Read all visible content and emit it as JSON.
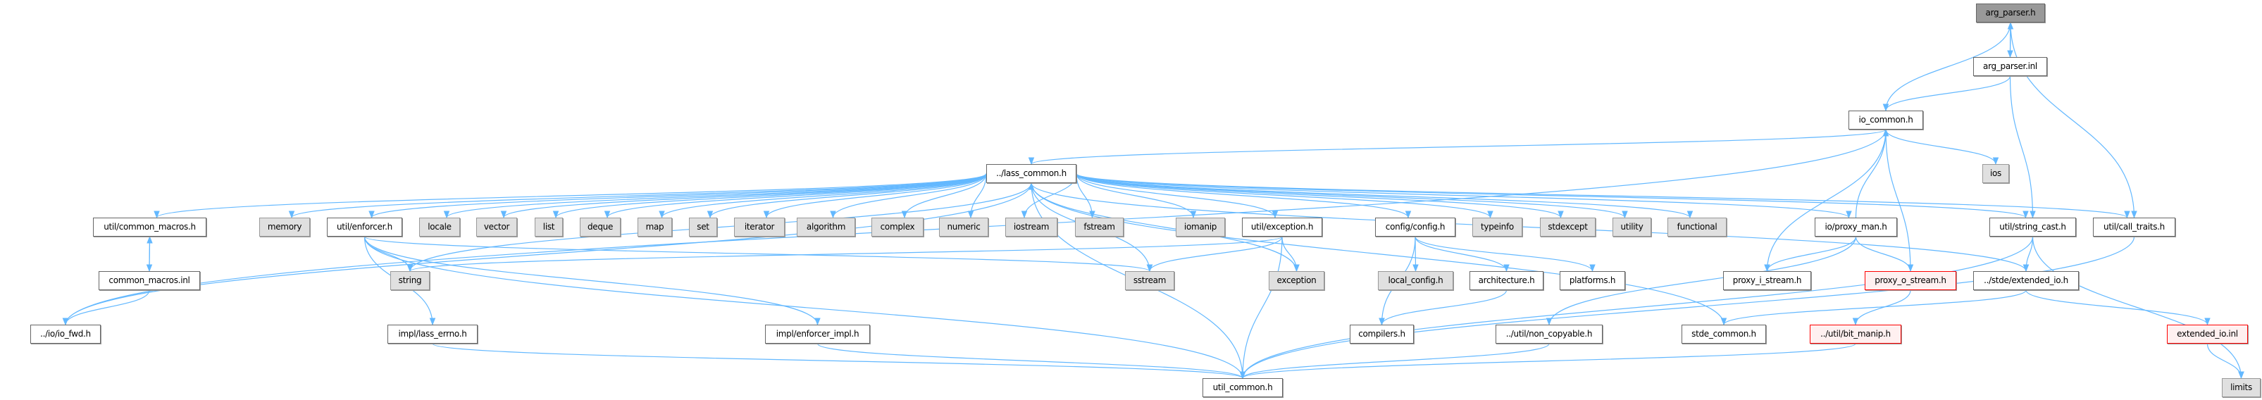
{
  "colors": {
    "edge": "#63b8ff",
    "node_border": "#666666",
    "system_fill": "#e0e0e0",
    "root_fill": "#999999",
    "incomplete_border": "#ff0000",
    "incomplete_fill": "#fff0f0"
  },
  "nodes": [
    {
      "id": "arg_parser_h",
      "label": "arg_parser.h",
      "kind": "root"
    },
    {
      "id": "arg_parser_inl",
      "label": "arg_parser.inl",
      "kind": "file"
    },
    {
      "id": "io_common_h",
      "label": "io_common.h",
      "kind": "file"
    },
    {
      "id": "ios",
      "label": "ios",
      "kind": "system"
    },
    {
      "id": "lass_common_h",
      "label": "../lass_common.h",
      "kind": "file"
    },
    {
      "id": "common_macros_h",
      "label": "util/common_macros.h",
      "kind": "file"
    },
    {
      "id": "memory",
      "label": "memory",
      "kind": "system"
    },
    {
      "id": "enforcer_h",
      "label": "util/enforcer.h",
      "kind": "file"
    },
    {
      "id": "locale",
      "label": "locale",
      "kind": "system"
    },
    {
      "id": "vector",
      "label": "vector",
      "kind": "system"
    },
    {
      "id": "list",
      "label": "list",
      "kind": "system"
    },
    {
      "id": "deque",
      "label": "deque",
      "kind": "system"
    },
    {
      "id": "map",
      "label": "map",
      "kind": "system"
    },
    {
      "id": "set",
      "label": "set",
      "kind": "system"
    },
    {
      "id": "iterator",
      "label": "iterator",
      "kind": "system"
    },
    {
      "id": "algorithm",
      "label": "algorithm",
      "kind": "system"
    },
    {
      "id": "complex",
      "label": "complex",
      "kind": "system"
    },
    {
      "id": "numeric",
      "label": "numeric",
      "kind": "system"
    },
    {
      "id": "iostream",
      "label": "iostream",
      "kind": "system"
    },
    {
      "id": "fstream",
      "label": "fstream",
      "kind": "system"
    },
    {
      "id": "iomanip",
      "label": "iomanip",
      "kind": "system"
    },
    {
      "id": "exception_h",
      "label": "util/exception.h",
      "kind": "file"
    },
    {
      "id": "config_h",
      "label": "config/config.h",
      "kind": "file"
    },
    {
      "id": "typeinfo",
      "label": "typeinfo",
      "kind": "system"
    },
    {
      "id": "stdexcept",
      "label": "stdexcept",
      "kind": "system"
    },
    {
      "id": "utility",
      "label": "utility",
      "kind": "system"
    },
    {
      "id": "functional",
      "label": "functional",
      "kind": "system"
    },
    {
      "id": "proxy_man_h",
      "label": "io/proxy_man.h",
      "kind": "file"
    },
    {
      "id": "string_cast_h",
      "label": "util/string_cast.h",
      "kind": "file"
    },
    {
      "id": "call_traits_h",
      "label": "util/call_traits.h",
      "kind": "file"
    },
    {
      "id": "common_macros_inl",
      "label": "common_macros.inl",
      "kind": "file"
    },
    {
      "id": "string",
      "label": "string",
      "kind": "system"
    },
    {
      "id": "sstream",
      "label": "sstream",
      "kind": "system"
    },
    {
      "id": "exception",
      "label": "exception",
      "kind": "system"
    },
    {
      "id": "local_config_h",
      "label": "local_config.h",
      "kind": "system"
    },
    {
      "id": "architecture_h",
      "label": "architecture.h",
      "kind": "file"
    },
    {
      "id": "platforms_h",
      "label": "platforms.h",
      "kind": "file"
    },
    {
      "id": "proxy_i_stream_h",
      "label": "proxy_i_stream.h",
      "kind": "file"
    },
    {
      "id": "proxy_o_stream_h",
      "label": "proxy_o_stream.h",
      "kind": "incomplete"
    },
    {
      "id": "extended_io_h",
      "label": "../stde/extended_io.h",
      "kind": "file"
    },
    {
      "id": "io_fwd_h",
      "label": "../io/io_fwd.h",
      "kind": "file"
    },
    {
      "id": "lass_errno_h",
      "label": "impl/lass_errno.h",
      "kind": "file"
    },
    {
      "id": "enforcer_impl_h",
      "label": "impl/enforcer_impl.h",
      "kind": "file"
    },
    {
      "id": "compilers_h",
      "label": "compilers.h",
      "kind": "file"
    },
    {
      "id": "non_copyable_h",
      "label": "../util/non_copyable.h",
      "kind": "file"
    },
    {
      "id": "stde_common_h",
      "label": "stde_common.h",
      "kind": "file"
    },
    {
      "id": "bit_manip_h",
      "label": "../util/bit_manip.h",
      "kind": "incomplete"
    },
    {
      "id": "extended_io_inl",
      "label": "extended_io.inl",
      "kind": "incomplete"
    },
    {
      "id": "util_common_h",
      "label": "util_common.h",
      "kind": "file"
    },
    {
      "id": "limits",
      "label": "limits",
      "kind": "system"
    }
  ],
  "edges": [
    [
      "arg_parser_h",
      "io_common_h"
    ],
    [
      "arg_parser_h",
      "arg_parser_inl"
    ],
    [
      "arg_parser_h",
      "call_traits_h"
    ],
    [
      "arg_parser_inl",
      "arg_parser_h"
    ],
    [
      "arg_parser_inl",
      "io_common_h"
    ],
    [
      "arg_parser_inl",
      "string_cast_h"
    ],
    [
      "io_common_h",
      "lass_common_h"
    ],
    [
      "io_common_h",
      "ios"
    ],
    [
      "io_common_h",
      "io_fwd_h"
    ],
    [
      "lass_common_h",
      "util_common_h"
    ],
    [
      "lass_common_h",
      "io_fwd_h"
    ],
    [
      "lass_common_h",
      "common_macros_h"
    ],
    [
      "lass_common_h",
      "memory"
    ],
    [
      "lass_common_h",
      "enforcer_h"
    ],
    [
      "lass_common_h",
      "locale"
    ],
    [
      "lass_common_h",
      "vector"
    ],
    [
      "lass_common_h",
      "list"
    ],
    [
      "lass_common_h",
      "deque"
    ],
    [
      "lass_common_h",
      "map"
    ],
    [
      "lass_common_h",
      "set"
    ],
    [
      "lass_common_h",
      "iterator"
    ],
    [
      "lass_common_h",
      "algorithm"
    ],
    [
      "lass_common_h",
      "complex"
    ],
    [
      "lass_common_h",
      "numeric"
    ],
    [
      "lass_common_h",
      "iostream"
    ],
    [
      "lass_common_h",
      "fstream"
    ],
    [
      "lass_common_h",
      "string"
    ],
    [
      "lass_common_h",
      "sstream"
    ],
    [
      "lass_common_h",
      "iomanip"
    ],
    [
      "lass_common_h",
      "exception_h"
    ],
    [
      "lass_common_h",
      "exception"
    ],
    [
      "lass_common_h",
      "config_h"
    ],
    [
      "lass_common_h",
      "typeinfo"
    ],
    [
      "lass_common_h",
      "stdexcept"
    ],
    [
      "lass_common_h",
      "utility"
    ],
    [
      "lass_common_h",
      "functional"
    ],
    [
      "lass_common_h",
      "proxy_man_h"
    ],
    [
      "lass_common_h",
      "string_cast_h"
    ],
    [
      "lass_common_h",
      "call_traits_h"
    ],
    [
      "lass_common_h",
      "extended_io_h"
    ],
    [
      "common_macros_h",
      "common_macros_inl"
    ],
    [
      "common_macros_inl",
      "common_macros_h"
    ],
    [
      "common_macros_inl",
      "io_fwd_h"
    ],
    [
      "enforcer_h",
      "string"
    ],
    [
      "enforcer_h",
      "lass_errno_h"
    ],
    [
      "enforcer_h",
      "enforcer_impl_h"
    ],
    [
      "enforcer_h",
      "sstream"
    ],
    [
      "enforcer_h",
      "util_common_h"
    ],
    [
      "lass_errno_h",
      "util_common_h"
    ],
    [
      "enforcer_impl_h",
      "util_common_h"
    ],
    [
      "exception_h",
      "string"
    ],
    [
      "exception_h",
      "sstream"
    ],
    [
      "exception_h",
      "exception"
    ],
    [
      "exception_h",
      "util_common_h"
    ],
    [
      "config_h",
      "local_config_h"
    ],
    [
      "config_h",
      "architecture_h"
    ],
    [
      "config_h",
      "platforms_h"
    ],
    [
      "config_h",
      "compilers_h"
    ],
    [
      "architecture_h",
      "compilers_h"
    ],
    [
      "proxy_man_h",
      "io_common_h"
    ],
    [
      "proxy_man_h",
      "proxy_i_stream_h"
    ],
    [
      "proxy_man_h",
      "proxy_o_stream_h"
    ],
    [
      "proxy_man_h",
      "non_copyable_h"
    ],
    [
      "proxy_i_stream_h",
      "io_common_h"
    ],
    [
      "proxy_o_stream_h",
      "io_common_h"
    ],
    [
      "proxy_o_stream_h",
      "bit_manip_h"
    ],
    [
      "bit_manip_h",
      "util_common_h"
    ],
    [
      "non_copyable_h",
      "util_common_h"
    ],
    [
      "stde_common_h",
      "lass_common_h"
    ],
    [
      "string_cast_h",
      "extended_io_h"
    ],
    [
      "string_cast_h",
      "util_common_h"
    ],
    [
      "string_cast_h",
      "limits"
    ],
    [
      "extended_io_h",
      "stde_common_h"
    ],
    [
      "extended_io_h",
      "extended_io_inl"
    ],
    [
      "extended_io_inl",
      "limits"
    ],
    [
      "call_traits_h",
      "util_common_h"
    ]
  ]
}
